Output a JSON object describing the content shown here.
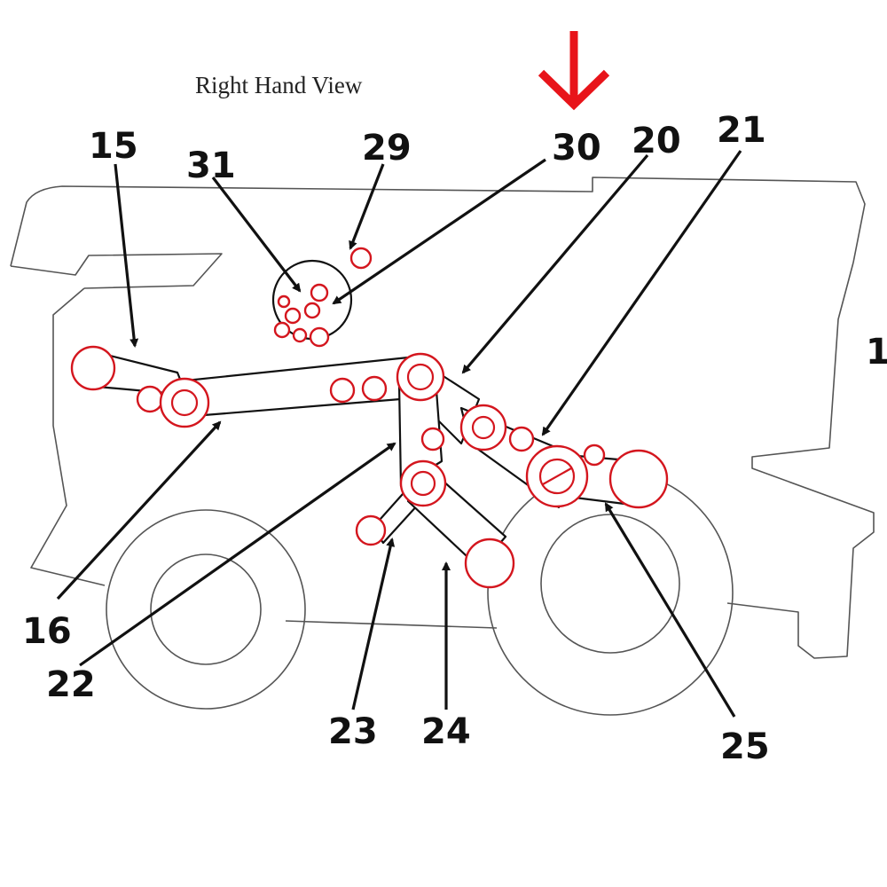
{
  "view_title": "Right Hand View",
  "callouts": {
    "c1": "1",
    "c15": "15",
    "c16": "16",
    "c20": "20",
    "c21": "21",
    "c22": "22",
    "c23": "23",
    "c24": "24",
    "c25": "25",
    "c29": "29",
    "c30": "30",
    "c31": "31"
  },
  "colors": {
    "pulley": "#d4161e",
    "marker_arrow": "#e8141a",
    "outline": "#555555",
    "text": "#111111"
  },
  "marker": {
    "icon": "down-arrow-icon",
    "points_to": "30"
  }
}
